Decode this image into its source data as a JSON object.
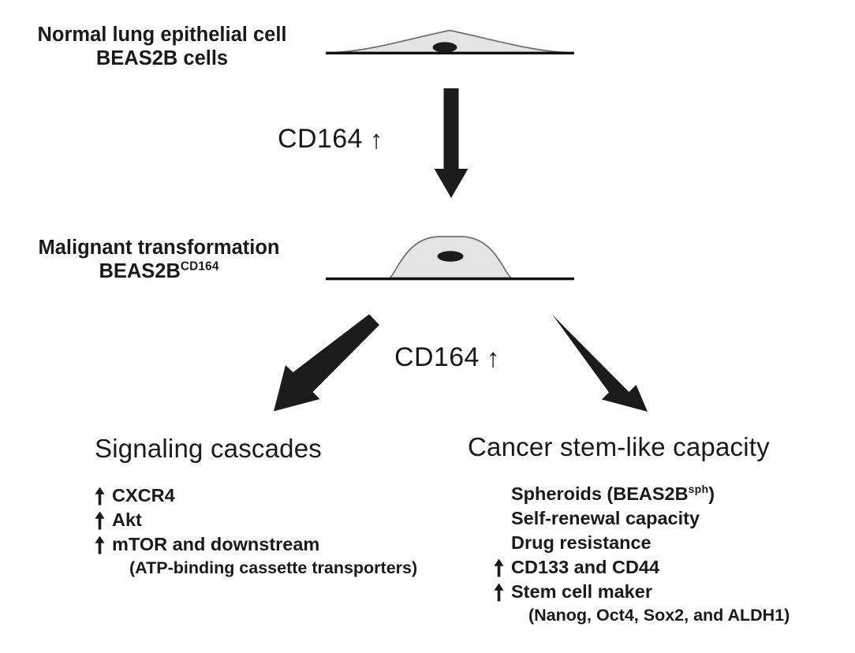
{
  "figure": {
    "type": "scientific-schematic",
    "background": "#ffffff",
    "ink": "#1a1a1a",
    "cell_fill": "#e4e4e4",
    "cell_stroke": "#6b6b6b",
    "baseline_color": "#111111"
  },
  "top": {
    "label_line1": "Normal lung epithelial cell",
    "label_line2": "BEAS2B cells",
    "cell_name": "normal-epithelial-cell"
  },
  "arrow_top": {
    "label": "CD164",
    "up_arrow": "↑",
    "direction": "down"
  },
  "middle": {
    "label_line1": "Malignant transformation",
    "label_line2_base": "BEAS2B",
    "label_line2_sup": "CD164",
    "cell_name": "transformed-cell"
  },
  "arrow_branch": {
    "label": "CD164",
    "up_arrow": "↑"
  },
  "left_branch": {
    "heading": "Signaling cascades",
    "items": [
      {
        "arrow": true,
        "text": "CXCR4"
      },
      {
        "arrow": true,
        "text": "Akt"
      },
      {
        "arrow": true,
        "text": "mTOR and downstream",
        "note": "(ATP-binding cassette transporters)"
      }
    ]
  },
  "right_branch": {
    "heading": "Cancer stem-like capacity",
    "items": [
      {
        "arrow": false,
        "text": "Spheroids (BEAS2B",
        "sup": "sph",
        "text_after": ")"
      },
      {
        "arrow": false,
        "text": "Self-renewal capacity"
      },
      {
        "arrow": false,
        "text": "Drug resistance"
      },
      {
        "arrow": true,
        "text": "CD133 and CD44"
      },
      {
        "arrow": true,
        "text": "Stem cell maker",
        "note": "(Nanog, Oct4, Sox2, and ALDH1)"
      }
    ]
  }
}
